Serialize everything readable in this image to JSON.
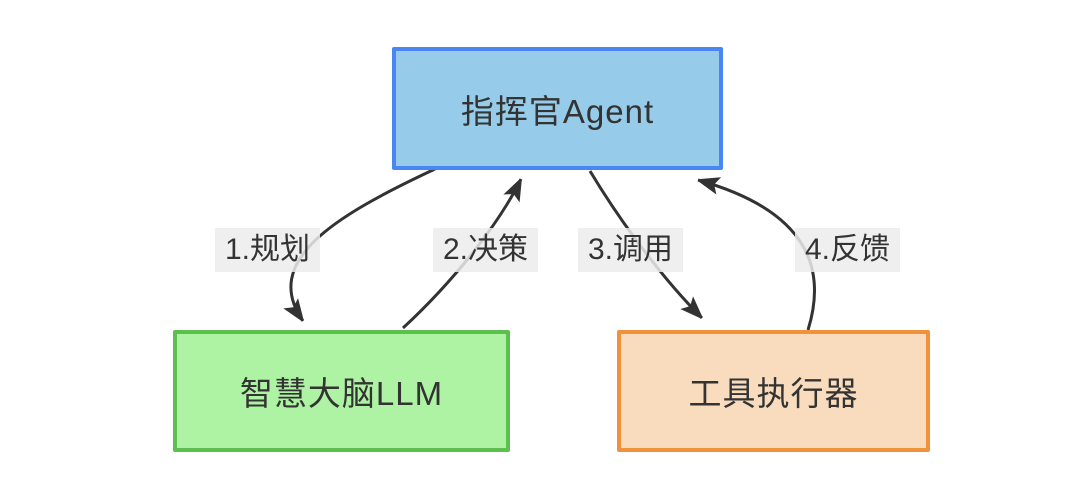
{
  "diagram": {
    "type": "flow-diagram",
    "background": "#ffffff",
    "nodes": [
      {
        "id": "commander",
        "label": "指挥官Agent",
        "fill": "#96cbe9",
        "border": "#4a85f4"
      },
      {
        "id": "llm",
        "label": "智慧大脑LLM",
        "fill": "#aef3a3",
        "border": "#5cc04f"
      },
      {
        "id": "tools",
        "label": "工具执行器",
        "fill": "#f8dcbd",
        "border": "#f0923b"
      }
    ],
    "edges": [
      {
        "id": "planning",
        "label": "1.规划",
        "from": "commander",
        "to": "llm"
      },
      {
        "id": "decision",
        "label": "2.决策",
        "from": "llm",
        "to": "commander"
      },
      {
        "id": "call",
        "label": "3.调用",
        "from": "commander",
        "to": "tools"
      },
      {
        "id": "feedback",
        "label": "4.反馈",
        "from": "tools",
        "to": "commander"
      }
    ],
    "colors": {
      "arrow": "#333333",
      "edge_label_background": "#ececec",
      "text": "#333333"
    }
  }
}
